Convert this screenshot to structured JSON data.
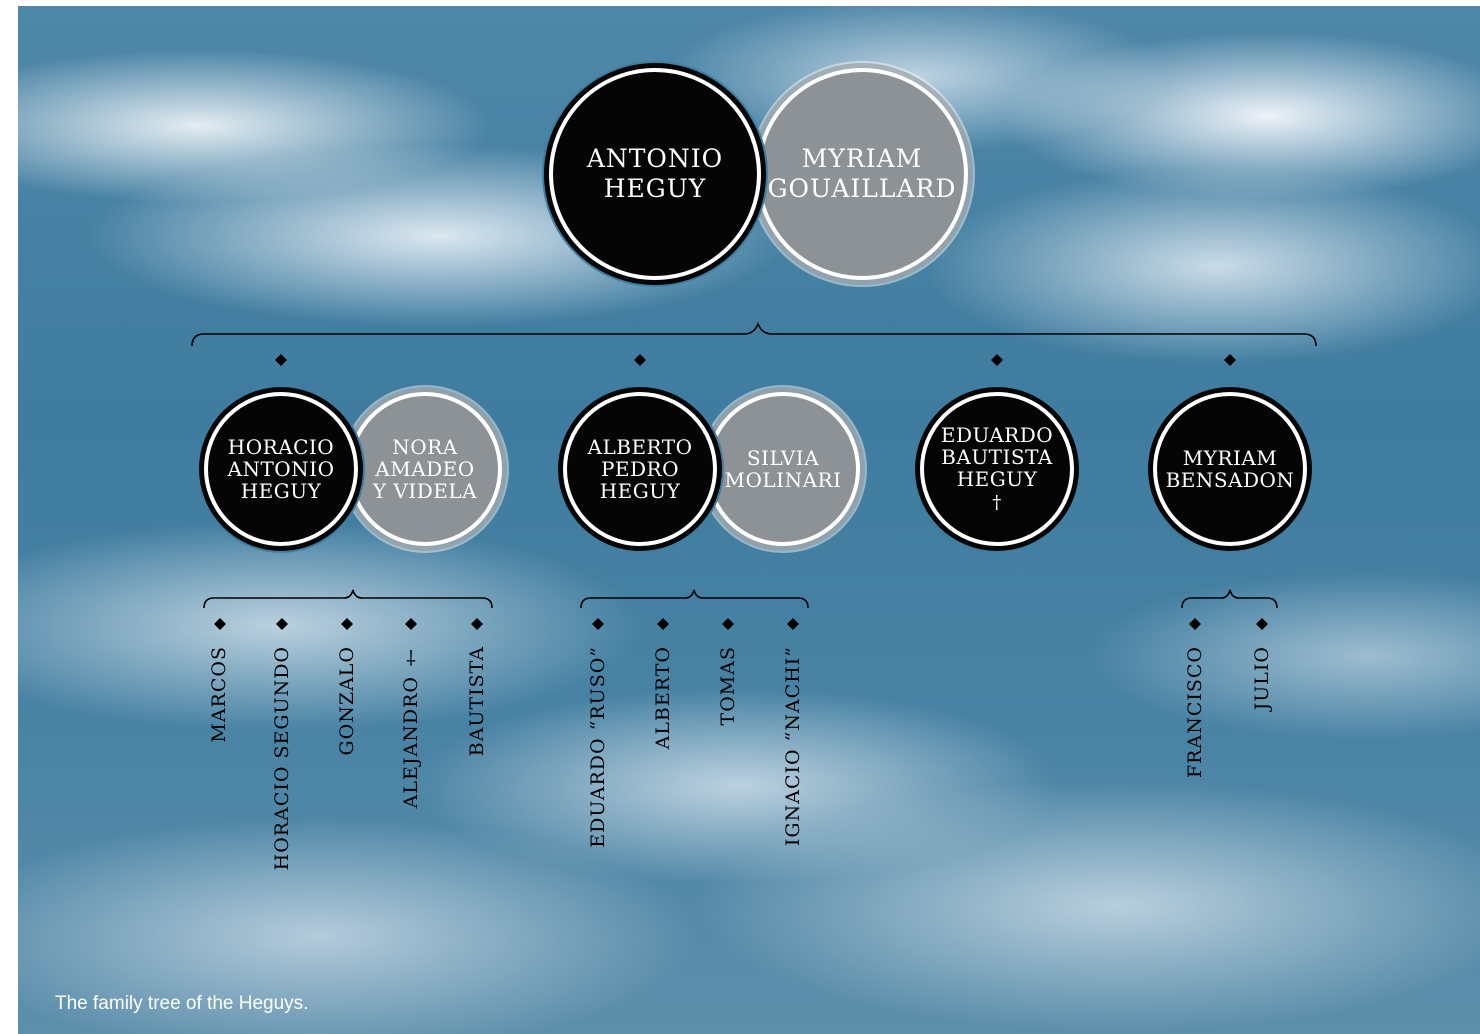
{
  "caption": "The family tree of the Heguys.",
  "colors": {
    "dark_node": "#050505",
    "light_node": "#8c9296",
    "ring_accent": "#3d7fa3",
    "bracket": "#000000",
    "caption": "#ffffff"
  },
  "root": {
    "partner_a": {
      "name": "ANTONIO\nHEGUY"
    },
    "partner_b": {
      "name": "MYRIAM\nGOUAILLARD"
    }
  },
  "children": [
    {
      "name": "HORACIO\nANTONIO\nHEGUY",
      "spouse": "NORA\nAMADEO\nY VIDELA",
      "grandchildren": [
        "MARCOS",
        "HORACIO SEGUNDO",
        "GONZALO",
        "ALEJANDRO †",
        "BAUTISTA"
      ]
    },
    {
      "name": "ALBERTO\nPEDRO\nHEGUY",
      "spouse": "SILVIA\nMOLINARI",
      "grandchildren": [
        "EDUARDO “RUSO”",
        "ALBERTO",
        "TOMAS",
        "IGNACIO “NACHI”"
      ]
    },
    {
      "name": "EDUARDO\nBAUTISTA\nHEGUY",
      "deceased_mark": "†",
      "grandchildren": []
    },
    {
      "name": "MYRIAM\nBENSADON",
      "grandchildren": [
        "FRANCISCO",
        "JULIO"
      ]
    }
  ]
}
